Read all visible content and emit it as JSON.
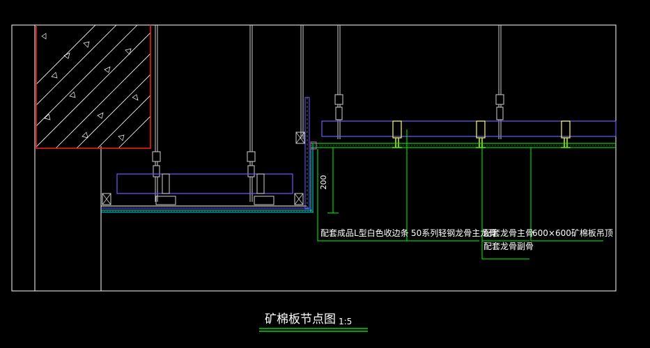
{
  "drawing": {
    "title": "矿棉板节点图",
    "scale": "1:5",
    "dimension": "200",
    "annotations": [
      "配套成品L型白色收边条",
      "50系列轻钢龙骨主龙骨",
      "配套龙骨主骨",
      "配套龙骨副骨",
      "600×600矿棉板吊顶"
    ]
  },
  "colors": {
    "background": "#000000",
    "frame": "#ffffff",
    "wall": "#ff2020",
    "hatch": "#ffffff",
    "channel": "#6a5cff",
    "rod": "#cfcfcf",
    "board": "#00e0e0",
    "tee": "#c8ff00",
    "leader": "#00ff00",
    "clip": "#ffff60"
  }
}
